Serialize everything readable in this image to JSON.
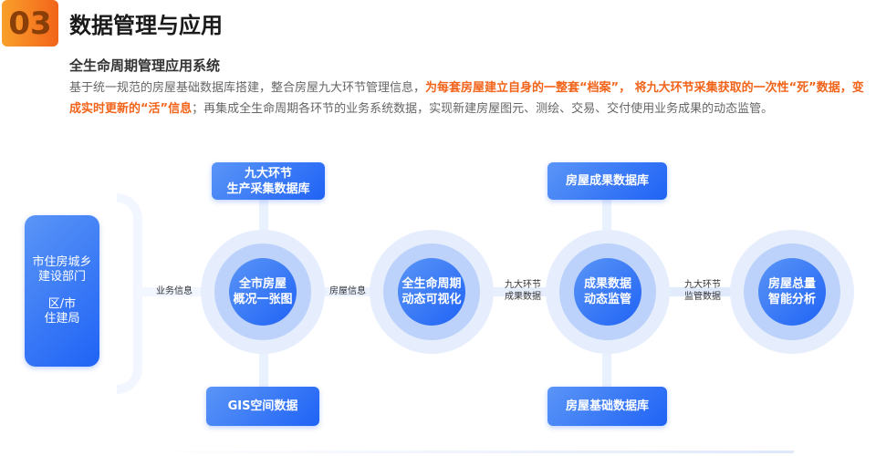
{
  "header": {
    "number": "03",
    "title": "数据管理与应用",
    "subtitle": "全生命周期管理应用系统",
    "desc": {
      "p1": "基于统一规范的房屋基础数据库搭建，整合房屋九大环节管理信息，",
      "h1": "为每套房屋建立自身的一整套“档案”， 将九大环节采集获取的一次性“死”数据，变成实时更新的“活”信息",
      "p2": "；再集成全生命周期各环节的业务系统数据，实现新建房屋图元、测绘、交易、交付使用业务成果的动态监管。"
    }
  },
  "left": {
    "line1": "市住房城乡",
    "line2": "建设部门",
    "line3": "区/市",
    "line4": "住建局"
  },
  "boxes": {
    "top1_l1": "九大环节",
    "top1_l2": "生产采集数据库",
    "top2": "房屋成果数据库",
    "bottom1": "GIS空间数据",
    "bottom2": "房屋基础数据库"
  },
  "circles": [
    {
      "l1": "全市房屋",
      "l2": "概况一张图"
    },
    {
      "l1": "全生命周期",
      "l2": "动态可视化"
    },
    {
      "l1": "成果数据",
      "l2": "动态监管"
    },
    {
      "l1": "房屋总量",
      "l2": "智能分析"
    }
  ],
  "links": {
    "a": "业务信息",
    "b": "房屋信息",
    "c1": "九大环节",
    "c2": "成果数据",
    "d1": "九大环节",
    "d2": "监管数据"
  },
  "colors": {
    "accent": "#f2641a",
    "primary": "#1f63f5"
  }
}
